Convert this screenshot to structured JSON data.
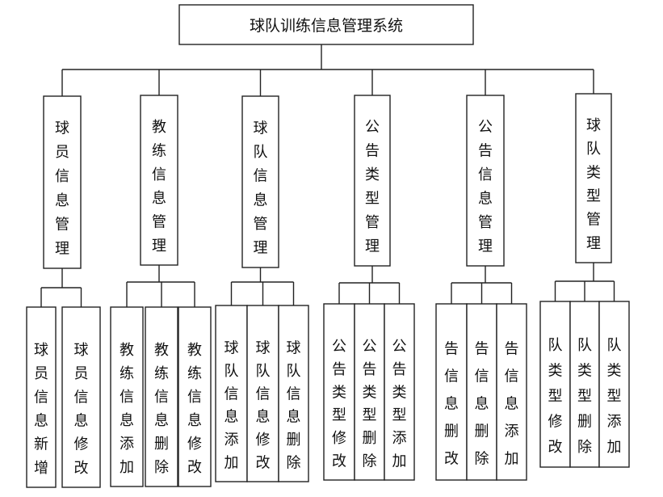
{
  "root": {
    "title": "球队训练信息管理系统"
  },
  "modules": [
    {
      "label": "球员信息管理",
      "children": [
        "球员信息新增",
        "球员信息修改"
      ]
    },
    {
      "label": "教练信息管理",
      "children": [
        "教练信息添加",
        "教练信息删除",
        "教练信息修改"
      ]
    },
    {
      "label": "球队信息管理",
      "children": [
        "球队信息添加",
        "球队信息修改",
        "球队信息删除"
      ]
    },
    {
      "label": "公告类型管理",
      "children": [
        "公告类型修改",
        "公告类型删除",
        "公告类型添加"
      ]
    },
    {
      "label": "公告信息管理",
      "children": [
        "告信息删改",
        "告信息删除",
        "告信息添加"
      ]
    },
    {
      "label": "球队类型管理",
      "children": [
        "队类型修改",
        "队类型删除",
        "队类型添加"
      ]
    }
  ]
}
